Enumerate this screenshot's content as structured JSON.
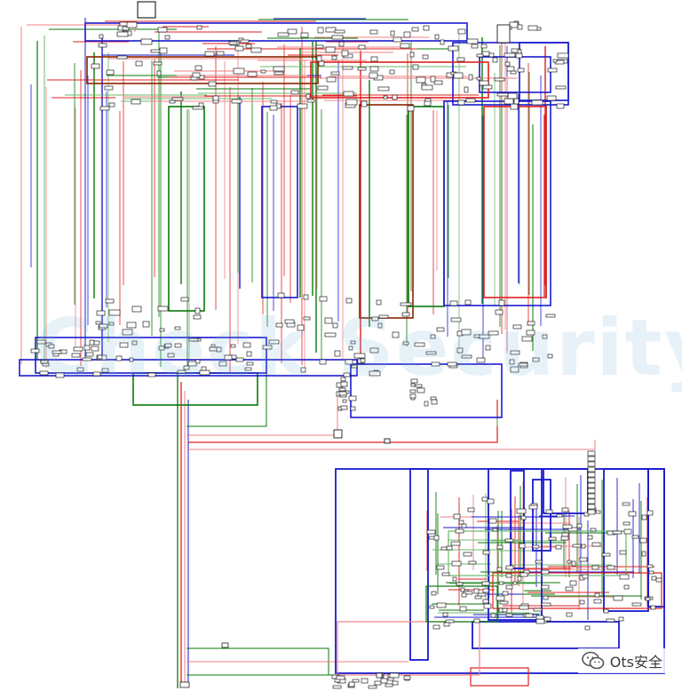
{
  "diagram": {
    "type": "control-flow-graph",
    "edge_colors": {
      "unconditional": "#1a1ad0",
      "true_branch": "#0a7a0a",
      "false_branch": "#e02020",
      "faded_false": "#f08080",
      "faded_true": "#6cb86c",
      "node_border": "#000000"
    }
  },
  "watermark": {
    "text": "Check Security"
  },
  "badge": {
    "icon": "wechat-icon",
    "text": "Ots安全"
  }
}
